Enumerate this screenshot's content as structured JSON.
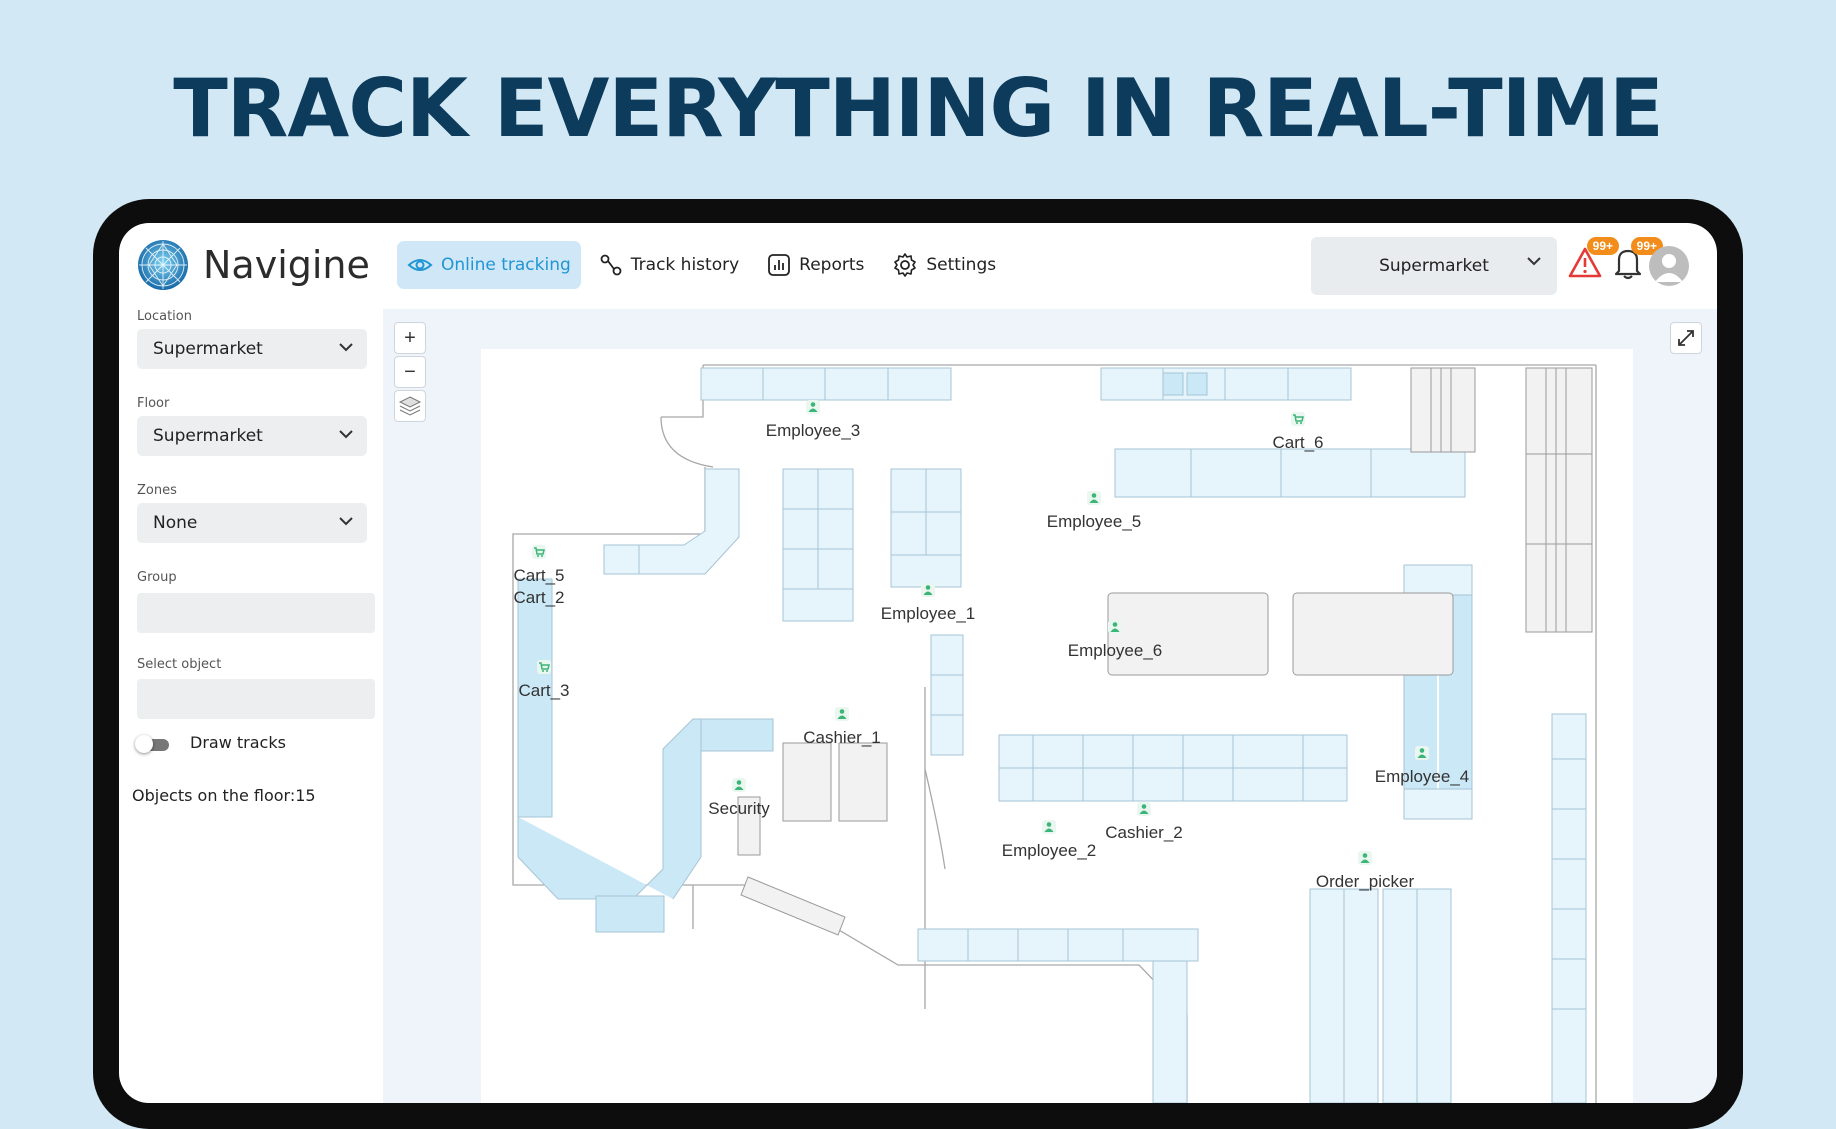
{
  "headline": "TRACK EVERYTHING IN REAL-TIME",
  "app": {
    "name": "Navigine"
  },
  "nav": [
    {
      "label": "Online tracking",
      "icon": "eye-icon",
      "active": true
    },
    {
      "label": "Track history",
      "icon": "route-icon",
      "active": false
    },
    {
      "label": "Reports",
      "icon": "chart-icon",
      "active": false
    },
    {
      "label": "Settings",
      "icon": "gear-icon",
      "active": false
    }
  ],
  "header": {
    "location_select": "Supermarket",
    "alerts_badge": "99+",
    "notifications_badge": "99+"
  },
  "sidebar": {
    "location": {
      "label": "Location",
      "value": "Supermarket"
    },
    "floor": {
      "label": "Floor",
      "value": "Supermarket"
    },
    "zones": {
      "label": "Zones",
      "value": "None"
    },
    "group": {
      "label": "Group",
      "value": ""
    },
    "select_object": {
      "label": "Select object",
      "value": ""
    },
    "draw_tracks": {
      "label": "Draw tracks",
      "enabled": false
    },
    "objects_count": "Objects on the floor:15"
  },
  "map": {
    "zoom_in": "+",
    "zoom_out": "−",
    "objects": [
      {
        "name": "Employee_3",
        "type": "employee"
      },
      {
        "name": "Cart_6",
        "type": "cart"
      },
      {
        "name": "Employee_5",
        "type": "employee"
      },
      {
        "name": "Cart_5",
        "type": "cart"
      },
      {
        "name": "Cart_2",
        "type": "cart"
      },
      {
        "name": "Employee_1",
        "type": "employee"
      },
      {
        "name": "Employee_6",
        "type": "employee"
      },
      {
        "name": "Cart_3",
        "type": "cart"
      },
      {
        "name": "Cashier_1",
        "type": "employee"
      },
      {
        "name": "Employee_4",
        "type": "employee"
      },
      {
        "name": "Security",
        "type": "employee"
      },
      {
        "name": "Cashier_2",
        "type": "employee"
      },
      {
        "name": "Employee_2",
        "type": "employee"
      },
      {
        "name": "Order_picker",
        "type": "employee"
      }
    ]
  },
  "colors": {
    "accent": "#2196d3",
    "headline": "#0c3b5c",
    "shelf": "#e6f4fb",
    "shelf_dark": "#cbe8f6",
    "marker": "#3cb578",
    "badge": "#f28c1a"
  }
}
